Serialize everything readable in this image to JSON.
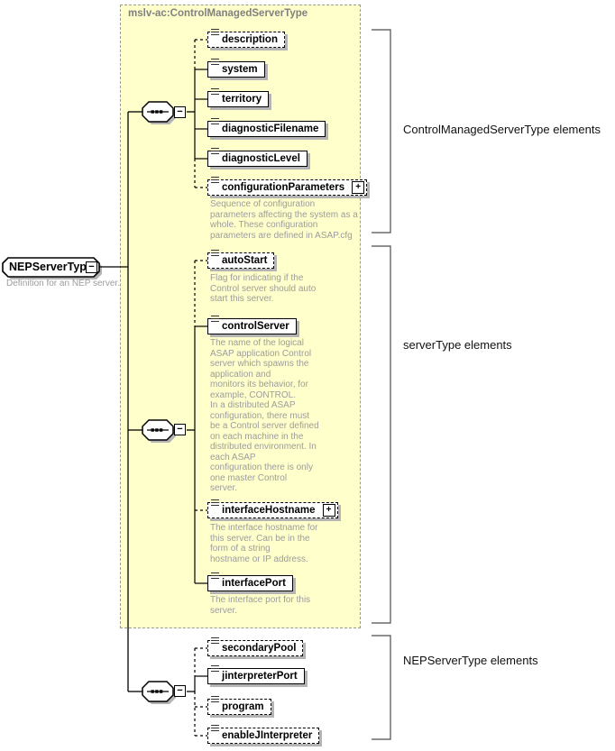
{
  "header": {
    "title": "mslv-ac:ControlManagedServerType"
  },
  "root": {
    "name": "NEPServerType",
    "caption": "Definition for an NEP server."
  },
  "glyphs": {
    "collapse": "−",
    "expand": "+"
  },
  "colors": {
    "container_fill": "#ffffcc",
    "container_border": "#9a9a9a",
    "annotation_text": "#9c9c9c",
    "box_shadow": "#b4b4b4",
    "title_text": "#808080"
  },
  "sections": [
    {
      "bracket_label": "ControlManagedServerType elements",
      "elements": [
        {
          "name": "description",
          "optional": true
        },
        {
          "name": "system"
        },
        {
          "name": "territory"
        },
        {
          "name": "diagnosticFilename"
        },
        {
          "name": "diagnosticLevel"
        },
        {
          "name": "configurationParameters",
          "optional": true,
          "expandable": true,
          "annotation": "Sequence of configuration\nparameters affecting the system as a\nwhole. These configuration\nparameters are defined in ASAP.cfg"
        }
      ]
    },
    {
      "bracket_label": "serverType elements",
      "elements": [
        {
          "name": "autoStart",
          "optional": true,
          "annotation": "Flag for indicating if the\nControl server should auto\nstart this server."
        },
        {
          "name": "controlServer",
          "annotation": "The name of the logical\nASAP application Control\nserver which spawns the\napplication and\nmonitors its behavior, for\nexample, CONTROL.\nIn a distributed ASAP\nconfiguration, there must\nbe a Control server defined\non each machine in the\ndistributed environment. In\neach ASAP\nconfiguration there is only\none master Control\nserver."
        },
        {
          "name": "interfaceHostname",
          "optional": true,
          "expandable": true,
          "annotation": "The interface hostname for\nthis server. Can be in the\nform of a string\nhostname or IP address."
        },
        {
          "name": "interfacePort",
          "annotation": "The interface port for this\nserver."
        }
      ]
    },
    {
      "bracket_label": "NEPServerType elements",
      "elements": [
        {
          "name": "secondaryPool",
          "optional": true
        },
        {
          "name": "jinterpreterPort"
        },
        {
          "name": "program",
          "optional": true
        },
        {
          "name": "enableJInterpreter",
          "optional": true
        }
      ]
    }
  ]
}
